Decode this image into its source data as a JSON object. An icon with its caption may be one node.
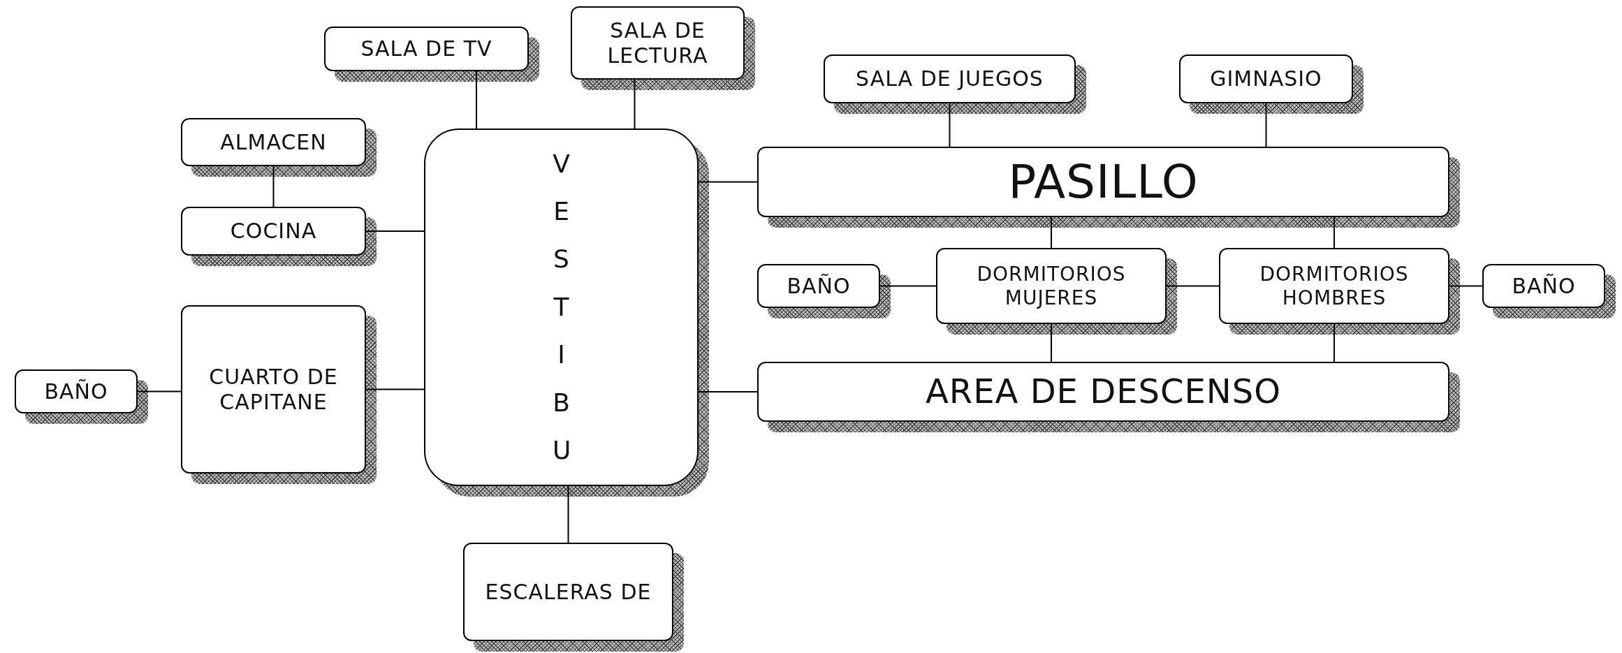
{
  "diagram": {
    "nodes": [
      {
        "text": [
          "SALA DE TV"
        ]
      },
      {
        "text": [
          "SALA DE LECTURA"
        ]
      },
      {
        "text": [
          "ALMACEN"
        ]
      },
      {
        "text": [
          "COCINA"
        ]
      },
      {
        "text": [
          "VESTIBU"
        ]
      },
      {
        "text": [
          "SALA DE JUEGOS"
        ]
      },
      {
        "text": [
          "GIMNASIO"
        ]
      },
      {
        "text": [
          "PASILLO"
        ]
      },
      {
        "text": [
          "BAÑO"
        ]
      },
      {
        "text": [
          "DORMITORIOS MUJERES"
        ]
      },
      {
        "text": [
          "DORMITORIOS HOMBRES"
        ]
      },
      {
        "text": [
          "BAÑO"
        ]
      },
      {
        "text": [
          "BAÑO"
        ]
      },
      {
        "text": [
          "CUARTO DE CAPITANE"
        ]
      },
      {
        "text": [
          "AREA DE DESCENSO"
        ]
      },
      {
        "text": [
          "ESCALERAS DE"
        ]
      }
    ],
    "edges": [
      {
        "from": 0,
        "to": 4,
        "arrow": "none"
      },
      {
        "from": 1,
        "to": 4,
        "arrow": "none"
      },
      {
        "from": 2,
        "to": 3,
        "arrow": "none"
      },
      {
        "from": 3,
        "to": 4,
        "arrow": "none"
      },
      {
        "from": 13,
        "to": 4,
        "arrow": "none"
      },
      {
        "from": 12,
        "to": 13,
        "arrow": "none"
      },
      {
        "from": 4,
        "to": 7,
        "arrow": "none"
      },
      {
        "from": 4,
        "to": 14,
        "arrow": "none"
      },
      {
        "from": 4,
        "to": 15,
        "arrow": "none"
      },
      {
        "from": 5,
        "to": 7,
        "arrow": "none"
      },
      {
        "from": 6,
        "to": 7,
        "arrow": "none"
      },
      {
        "from": 7,
        "to": 9,
        "arrow": "none"
      },
      {
        "from": 7,
        "to": 10,
        "arrow": "none"
      },
      {
        "from": 8,
        "to": 9,
        "arrow": "none"
      },
      {
        "from": 9,
        "to": 10,
        "arrow": "none"
      },
      {
        "from": 10,
        "to": 11,
        "arrow": "none"
      },
      {
        "from": 9,
        "to": 14,
        "arrow": "none"
      },
      {
        "from": 10,
        "to": 14,
        "arrow": "none"
      }
    ]
  }
}
